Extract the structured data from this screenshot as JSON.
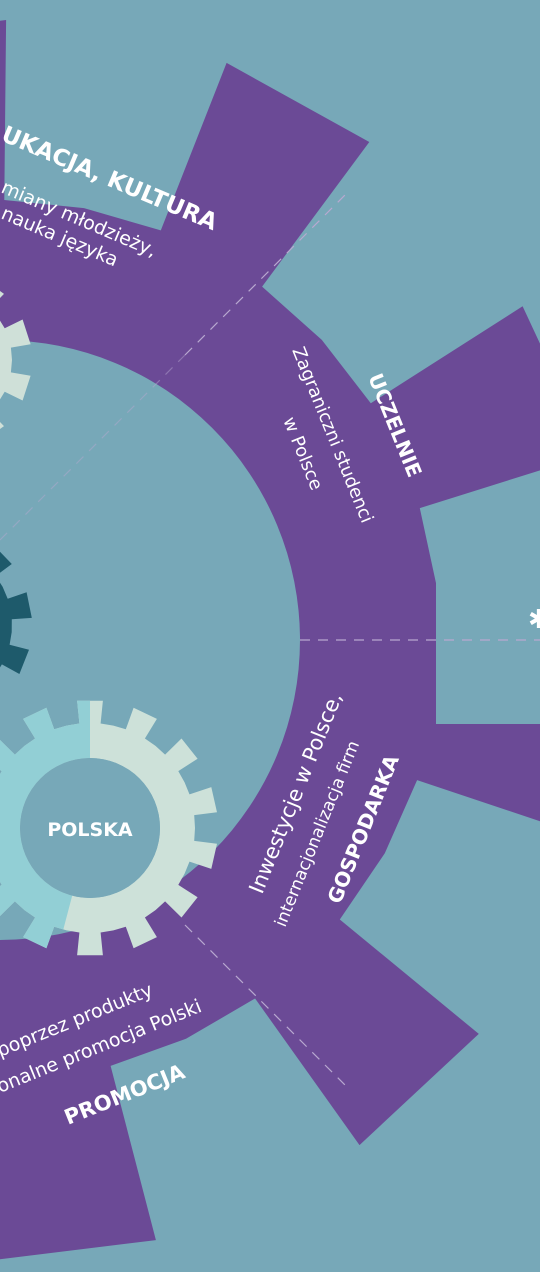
{
  "colors": {
    "background": "#77a8b8",
    "big_gear": "#6b4a96",
    "dark_gear": "#1e5a6b",
    "light_gear": "#cfe0d8",
    "polska_ring_light": "#cde1d9",
    "polska_ring_cyan": "#92cfd5",
    "polska_center": "#77a8b8",
    "text": "#ffffff",
    "dashed_line": "#b8a8d0"
  },
  "segments": {
    "edukacja": {
      "title": "UKACJA, KULTURA",
      "line1": "miany młodzieży,",
      "line2": "nauka języka"
    },
    "uczelnie": {
      "title": "UCZELNIE",
      "line1": "Zagraniczni studenci",
      "line2": "w Polsce"
    },
    "gospodarka": {
      "title": "GOSPODARKA",
      "line1": "Inwestycje w Polsce,",
      "line2": "internacjonalizacja firm"
    },
    "promocja": {
      "title": "PROMOCJA",
      "line1": "poprzez produkty",
      "line2": "onalne promocja Polski"
    }
  },
  "center_label": "POLSKA"
}
